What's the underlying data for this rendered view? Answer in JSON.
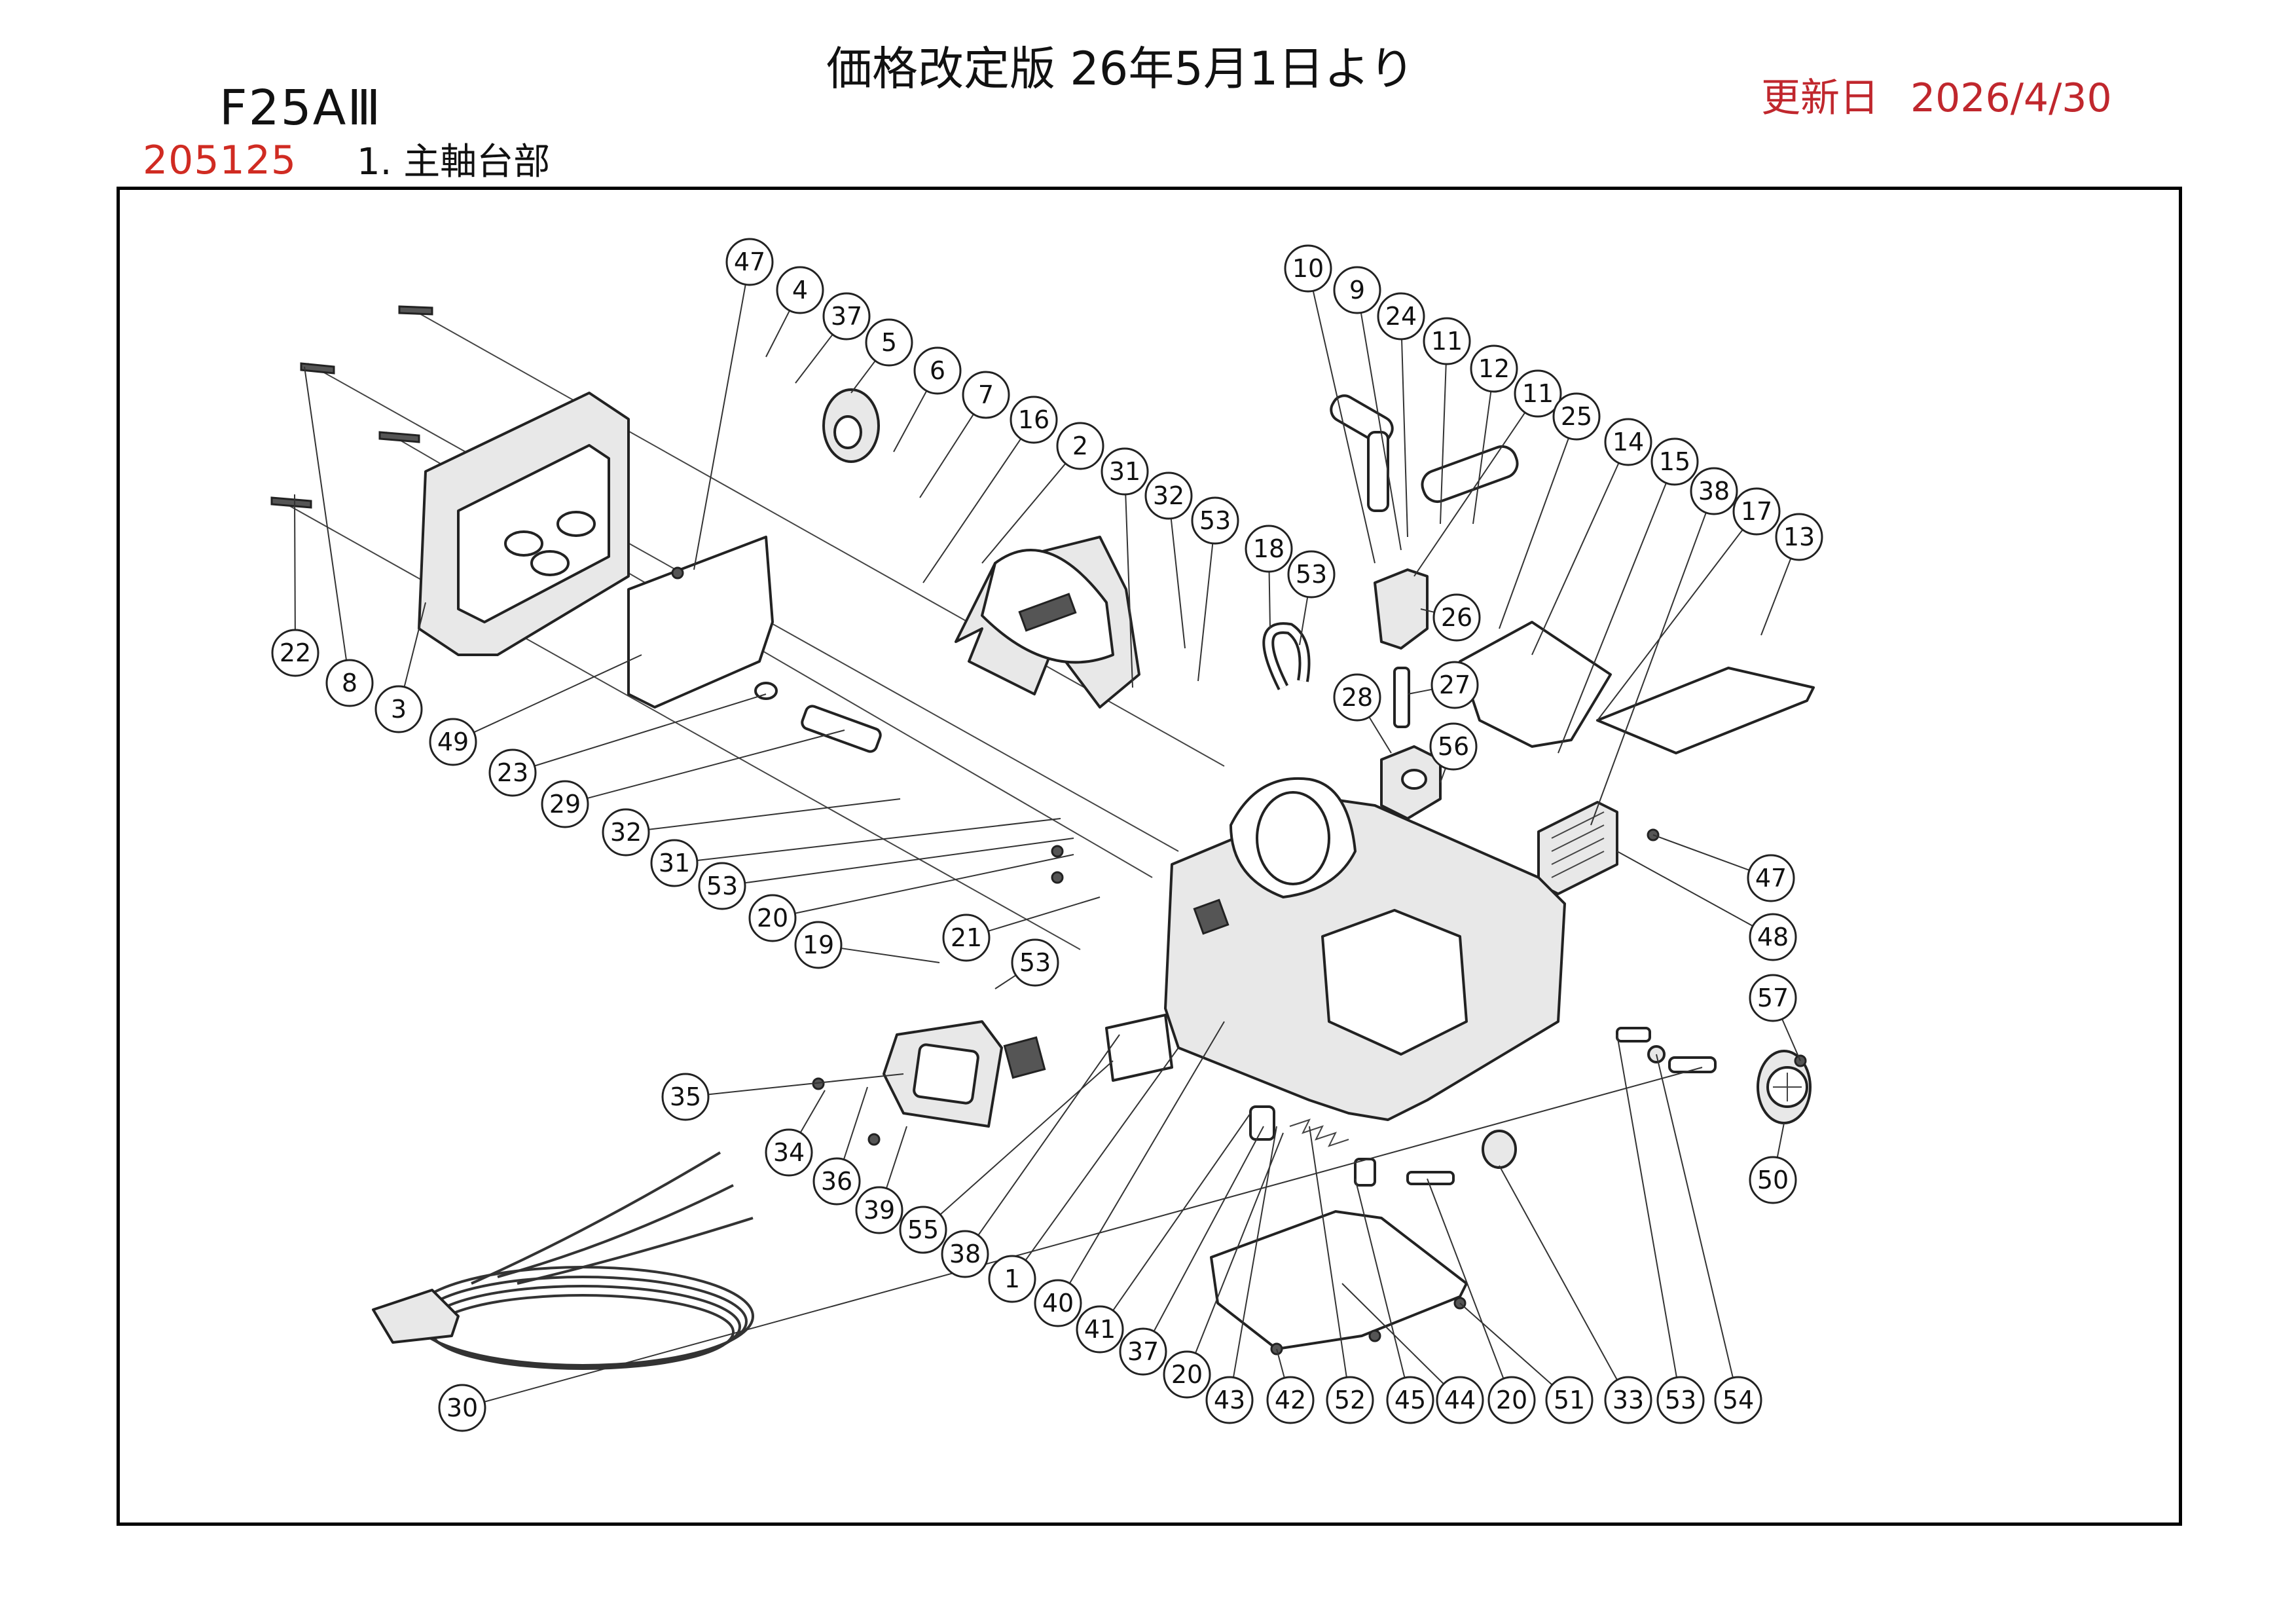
{
  "header": {
    "model": "F25AⅢ",
    "title": "価格改定版 26年5月1日より",
    "update_label": "更新日",
    "update_date": "2026/4/30",
    "part_number": "205125",
    "section": "1. 主軸台部"
  },
  "colors": {
    "accent_red": "#c0272d",
    "frame": "#000000"
  },
  "callouts": [
    "47",
    "4",
    "37",
    "5",
    "6",
    "7",
    "16",
    "2",
    "31",
    "32",
    "53",
    "18",
    "53",
    "10",
    "9",
    "24",
    "11",
    "12",
    "11",
    "25",
    "14",
    "15",
    "38",
    "17",
    "13",
    "26",
    "27",
    "28",
    "56",
    "22",
    "8",
    "3",
    "49",
    "23",
    "29",
    "32",
    "31",
    "53",
    "20",
    "19",
    "21",
    "53",
    "47",
    "48",
    "57",
    "50",
    "35",
    "34",
    "36",
    "39",
    "55",
    "38",
    "1",
    "40",
    "41",
    "37",
    "20",
    "43",
    "42",
    "52",
    "45",
    "44",
    "20",
    "51",
    "33",
    "53",
    "54",
    "30"
  ]
}
